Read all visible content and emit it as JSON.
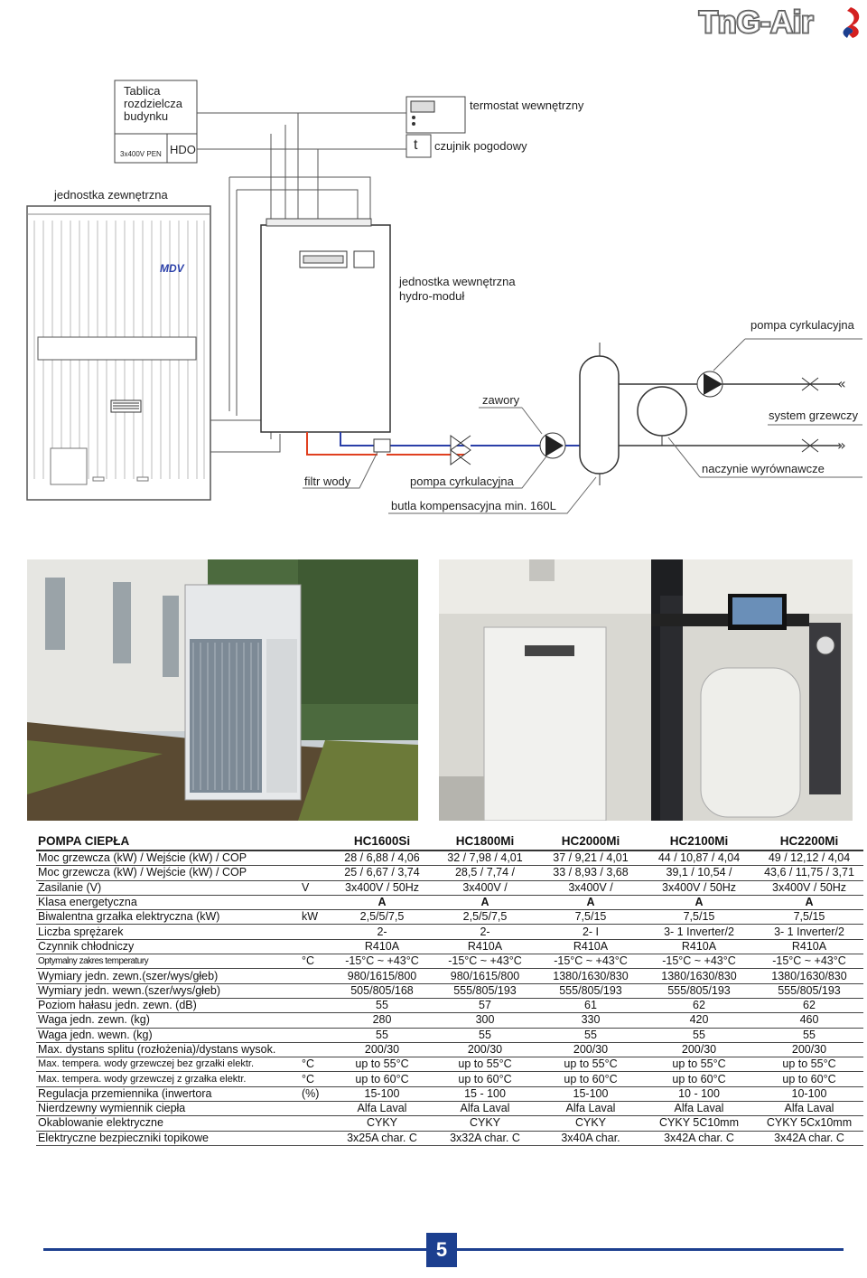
{
  "brand": {
    "logo_text": "TnG-Air"
  },
  "diagram": {
    "switchboard_label": "Tablica rozdzielcza budynku",
    "switchboard_line1": "Tablica",
    "switchboard_line2": "rozdzielcza",
    "switchboard_line3": "budynku",
    "power_label": "3x400V PEN",
    "hdo_label": "HDO",
    "thermostat_label": "termostat wewnętrzny",
    "weather_sensor_symbol": "t",
    "weather_sensor_label": "czujnik pogodowy",
    "outdoor_unit_label": "jednostka zewnętrzna",
    "mdv_logo": "MDV",
    "hydro_line1": "jednostka wewnętrzna",
    "hydro_line2": "hydro-moduł",
    "pump_top_label": "pompa cyrkulacyjna",
    "valves_label": "zawory",
    "heating_system_label": "system grzewczy",
    "filter_label": "filtr wody",
    "pump_bottom_label": "pompa cyrkulacyjna",
    "expansion_label": "naczynie wyrównawcze",
    "buffer_label": "butla kompensacyjna min. 160L"
  },
  "spec_table": {
    "headers": [
      "POMPA CIEPŁA",
      "",
      "HC1600Si",
      "HC1800Mi",
      "HC2000Mi",
      "HC2100Mi",
      "HC2200Mi"
    ],
    "rows": [
      {
        "param": "Moc grzewcza (kW) / Wejście (kW) / COP",
        "unit": "",
        "values": [
          "28 / 6,88 / 4,06",
          "32 / 7,98 / 4,01",
          "37 / 9,21 / 4,01",
          "44 / 10,87 / 4,04",
          "49 / 12,12 / 4,04"
        ],
        "style": ""
      },
      {
        "param": "Moc grzewcza (kW) / Wejście (kW) / COP",
        "unit": "",
        "values": [
          "25 / 6,67 / 3,74",
          "28,5 / 7,74 /",
          "33 / 8,93 / 3,68",
          "39,1 / 10,54 /",
          "43,6 / 11,75 / 3,71"
        ],
        "style": ""
      },
      {
        "param": "Zasilanie (V)",
        "unit": "V",
        "values": [
          "3x400V / 50Hz",
          "3x400V /",
          "3x400V /",
          "3x400V / 50Hz",
          "3x400V / 50Hz"
        ],
        "style": ""
      },
      {
        "param": "Klasa energetyczna",
        "unit": "",
        "values": [
          "A",
          "A",
          "A",
          "A",
          "A"
        ],
        "style": "bold"
      },
      {
        "param": "Biwalentna grzałka elektryczna (kW)",
        "unit": "kW",
        "values": [
          "2,5/5/7,5",
          "2,5/5/7,5",
          "7,5/15",
          "7,5/15",
          "7,5/15"
        ],
        "style": ""
      },
      {
        "param": "Liczba sprężarek",
        "unit": "",
        "values": [
          "2-",
          "2-",
          "2- I",
          "3- 1 Inverter/2",
          "3- 1 Inverter/2"
        ],
        "style": ""
      },
      {
        "param": "Czynnik chłodniczy",
        "unit": "",
        "values": [
          "R410A",
          "R410A",
          "R410A",
          "R410A",
          "R410A"
        ],
        "style": ""
      },
      {
        "param": "Optymalny zakres temperatury",
        "unit": "°C",
        "values": [
          "-15°C ~ +43°C",
          "-15°C ~ +43°C",
          "-15°C ~ +43°C",
          "-15°C ~ +43°C",
          "-15°C ~ +43°C"
        ],
        "style": "tiny"
      },
      {
        "param": "Wymiary jedn. zewn.(szer/wys/głeb)",
        "unit": "",
        "values": [
          "980/1615/800",
          "980/1615/800",
          "1380/1630/830",
          "1380/1630/830",
          "1380/1630/830"
        ],
        "style": ""
      },
      {
        "param": "Wymiary jedn. wewn.(szer/wys/głeb)",
        "unit": "",
        "values": [
          "505/805/168",
          "555/805/193",
          "555/805/193",
          "555/805/193",
          "555/805/193"
        ],
        "style": ""
      },
      {
        "param": "Poziom hałasu jedn. zewn. (dB)",
        "unit": "",
        "values": [
          "55",
          "57",
          "61",
          "62",
          "62"
        ],
        "style": ""
      },
      {
        "param": "Waga jedn. zewn. (kg)",
        "unit": "",
        "values": [
          "280",
          "300",
          "330",
          "420",
          "460"
        ],
        "style": ""
      },
      {
        "param": "Waga jedn. wewn. (kg)",
        "unit": "",
        "values": [
          "55",
          "55",
          "55",
          "55",
          "55"
        ],
        "style": ""
      },
      {
        "param": "Max. dystans splitu (rozłożenia)/dystans wysok.",
        "unit": "",
        "values": [
          "200/30",
          "200/30",
          "200/30",
          "200/30",
          "200/30"
        ],
        "style": ""
      },
      {
        "param": "Max. tempera. wody grzewczej bez grzałki elektr.",
        "unit": "°C",
        "values": [
          "up to 55°C",
          "up to 55°C",
          "up to 55°C",
          "up to 55°C",
          "up to 55°C"
        ],
        "style": "small"
      },
      {
        "param": "Max. tempera. wody grzewczej z grzałka elektr.",
        "unit": "°C",
        "values": [
          "up to 60°C",
          "up to 60°C",
          "up to 60°C",
          "up to 60°C",
          "up to 60°C"
        ],
        "style": "small"
      },
      {
        "param": "Regulacja przemiennika (inwertora",
        "unit": "(%)",
        "values": [
          "15-100",
          "15 - 100",
          "15-100",
          "10 - 100",
          "10-100"
        ],
        "style": ""
      },
      {
        "param": "Nierdzewny wymiennik ciepła",
        "unit": "",
        "values": [
          "Alfa Laval",
          "Alfa Laval",
          "Alfa Laval",
          "Alfa Laval",
          "Alfa Laval"
        ],
        "style": ""
      },
      {
        "param": "Okablowanie elektryczne",
        "unit": "",
        "values": [
          "CYKY",
          "CYKY",
          "CYKY",
          "CYKY 5C10mm",
          "CYKY 5Cx10mm"
        ],
        "style": ""
      },
      {
        "param": "Elektryczne bezpieczniki topikowe",
        "unit": "",
        "values": [
          "3x25A char. C",
          "3x32A char. C",
          "3x40A char.",
          "3x42A char. C",
          "3x42A char. C"
        ],
        "style": ""
      }
    ]
  },
  "footer": {
    "page_number": "5"
  },
  "colors": {
    "accent": "#1c3f8f",
    "hot_pipe": "#e04020",
    "cold_pipe": "#2a3fa8",
    "logo_red": "#d42020"
  }
}
